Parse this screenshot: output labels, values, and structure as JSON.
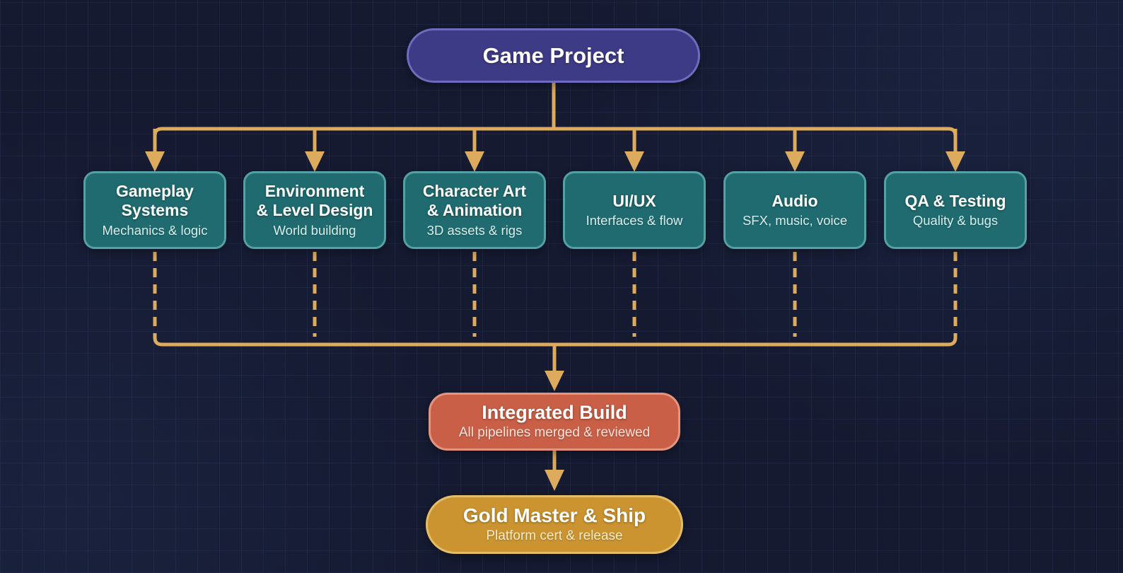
{
  "diagram": {
    "root": {
      "title": "Game Project"
    },
    "branches": [
      {
        "title": "Gameplay\nSystems",
        "subtitle": "Mechanics & logic"
      },
      {
        "title": "Environment\n& Level Design",
        "subtitle": "World building"
      },
      {
        "title": "Character Art\n& Animation",
        "subtitle": "3D assets & rigs"
      },
      {
        "title": "UI/UX",
        "subtitle": "Interfaces & flow"
      },
      {
        "title": "Audio",
        "subtitle": "SFX, music, voice"
      },
      {
        "title": "QA & Testing",
        "subtitle": "Quality & bugs"
      }
    ],
    "integration": {
      "title": "Integrated Build",
      "subtitle": "All pipelines merged & reviewed"
    },
    "release": {
      "title": "Gold Master & Ship",
      "subtitle": "Platform cert & release"
    }
  },
  "theme": {
    "bg": "#151a31",
    "grid": "rgba(104,138,200,0.09)",
    "arrow": "#dcab5d",
    "root-fill": "#3e3b86",
    "root-border": "#6f6cc0",
    "branch-fill": "#1f6b70",
    "branch-border": "#54a0a4",
    "branch-sub": "#d6eeec",
    "integrate-fill": "#c95f47",
    "integrate-border": "#e59480",
    "integrate-sub": "#fbe4dc",
    "release-fill": "#cb9430",
    "release-border": "#e6bd67",
    "release-sub": "#f8ecca",
    "title": "#ffffff"
  }
}
